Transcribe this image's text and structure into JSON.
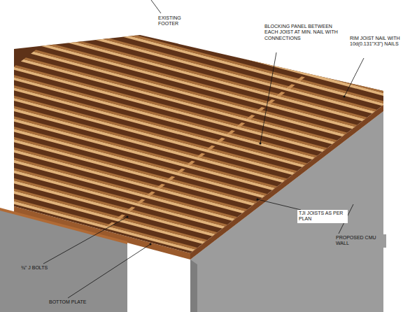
{
  "diagram": {
    "labels": [
      "EXISTING FOOTER",
      "BLOCKING PANEL BETWEEN EACH JOIST AT MIN. NAIL WITH CONNECTIONS",
      "RIM JOIST NAIL WITH 10d(0.131\"X3\") NAILS",
      "TJI JOISTS AS PER PLAN",
      "PROPOSED CMU WALL",
      "¾\" J BOLTS",
      "BOTTOM PLATE"
    ]
  }
}
